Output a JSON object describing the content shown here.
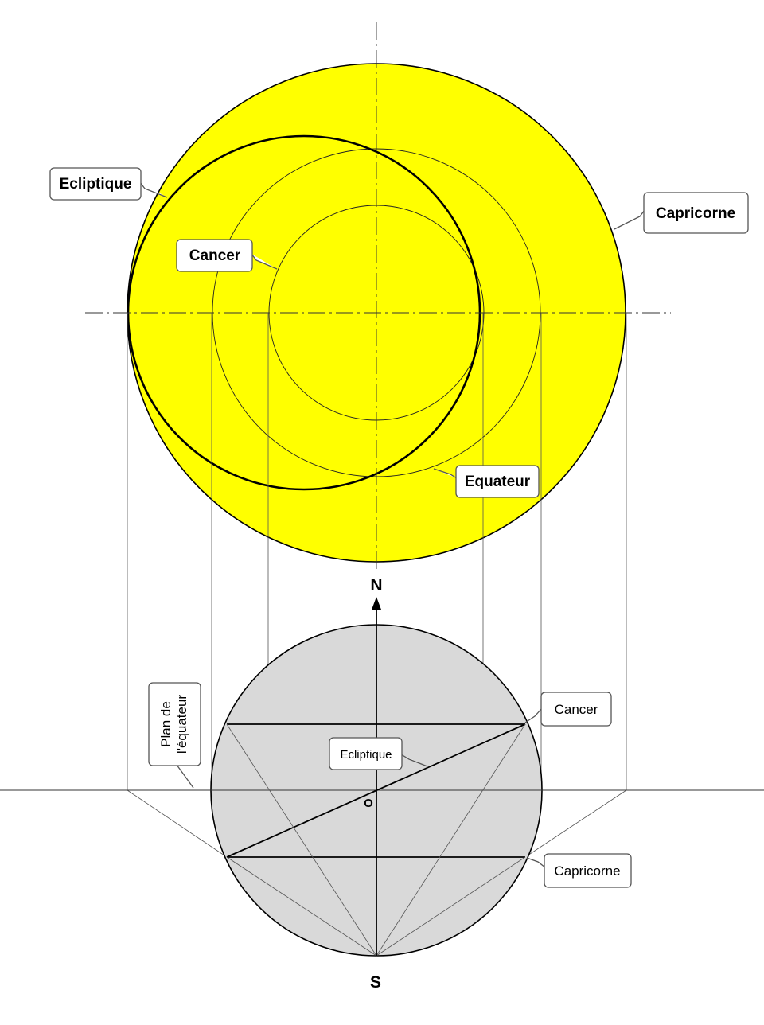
{
  "top_view": {
    "labels": {
      "ecliptique": "Ecliptique",
      "cancer": "Cancer",
      "capricorne": "Capricorne",
      "equateur": "Equateur"
    }
  },
  "side_view": {
    "north": "N",
    "south": "S",
    "origin": "O",
    "labels": {
      "cancer": "Cancer",
      "capricorne": "Capricorne",
      "ecliptique": "Ecliptique",
      "plan_line1": "Plan de",
      "plan_line2": "l'équateur"
    }
  },
  "colors": {
    "capricorne_disc": "#ffff00",
    "sphere_fill": "#d9d9d9",
    "outline": "#000000"
  }
}
